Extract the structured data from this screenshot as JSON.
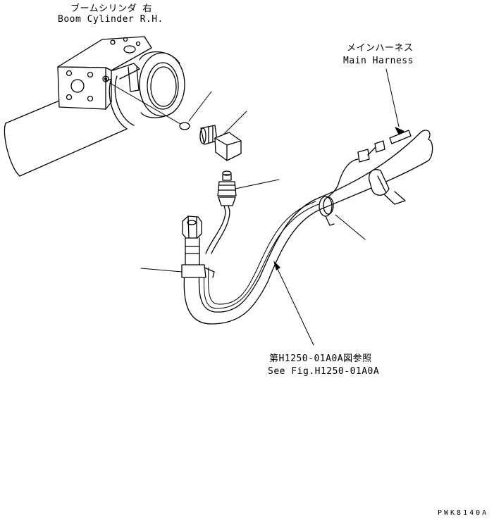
{
  "labels": {
    "boom_cylinder_jp": "ブームシリンダ 右",
    "boom_cylinder_en": "Boom Cylinder R.H.",
    "main_harness_jp": "メインハーネス",
    "main_harness_en": "Main Harness",
    "see_fig_jp": "第H1250-01A0A図参照",
    "see_fig_en": "See Fig.H1250-01A0A",
    "drawing_ref": "PWK8140A"
  }
}
